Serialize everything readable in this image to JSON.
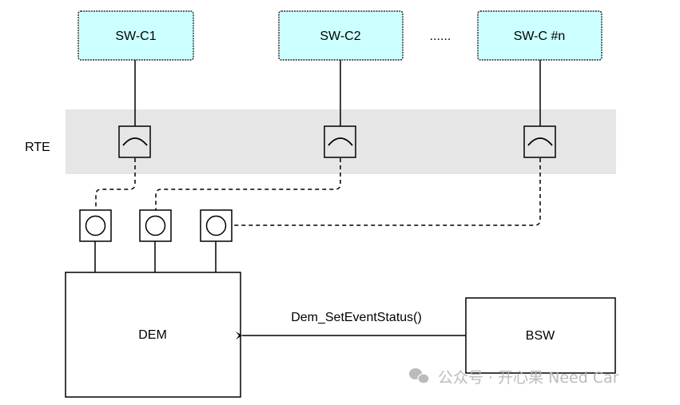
{
  "diagram": {
    "components": [
      {
        "id": "swc1",
        "label": "SW-C1"
      },
      {
        "id": "swc2",
        "label": "SW-C2"
      },
      {
        "id": "swcn",
        "label": "SW-C #n"
      }
    ],
    "ellipsis": "......",
    "rte": {
      "label": "RTE"
    },
    "dem": {
      "label": "DEM"
    },
    "bsw": {
      "label": "BSW"
    },
    "call": {
      "label": "Dem_SetEventStatus()"
    },
    "colors": {
      "component_fill": "#ccffff",
      "rte_band": "#e6e6e6",
      "stroke": "#000000"
    }
  },
  "watermark": {
    "icon": "wechat-icon",
    "text": "公众号 · 开心果 Need Car"
  }
}
